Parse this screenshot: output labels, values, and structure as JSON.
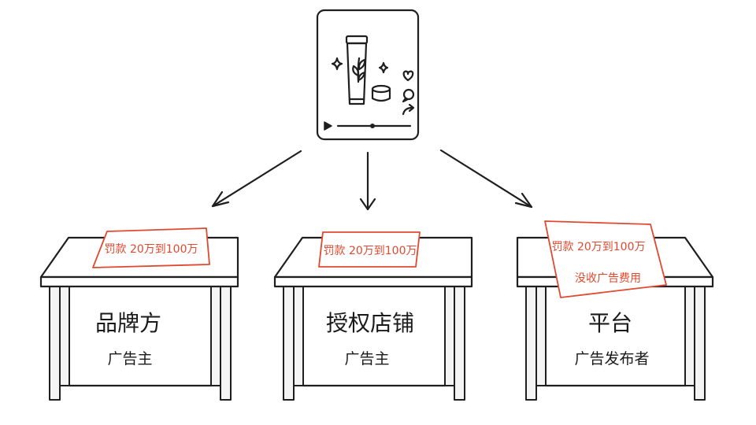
{
  "desks": [
    {
      "name": "品牌方",
      "role": "广告主",
      "penalty_lines": [
        "罚款 20万到100万"
      ]
    },
    {
      "name": "授权店铺",
      "role": "广告主",
      "penalty_lines": [
        "罚款 20万到100万"
      ]
    },
    {
      "name": "平台",
      "role": "广告发布者",
      "penalty_lines": [
        "罚款 20万到100万",
        "没收广告费用"
      ]
    }
  ],
  "video_icons": [
    "product-tube-icon",
    "product-jar-icon",
    "leaf-icon",
    "sparkle-icon",
    "heart-icon",
    "comment-icon",
    "share-icon",
    "play-icon"
  ],
  "colors": {
    "ink": "#1f1f1f",
    "accent": "#e0492f"
  }
}
